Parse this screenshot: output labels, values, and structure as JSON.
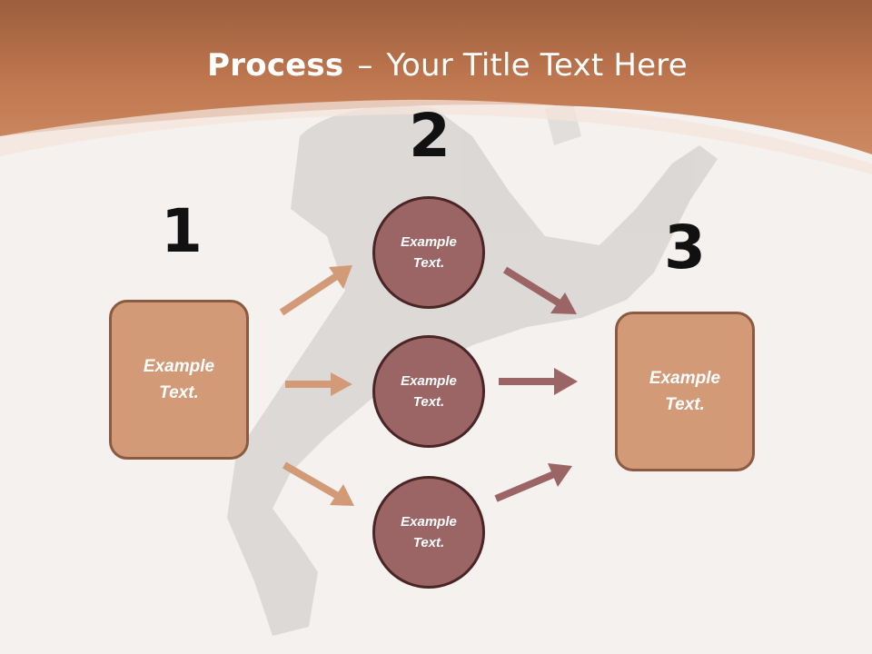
{
  "slide": {
    "title_bold": "Process",
    "title_sep": "–",
    "title_rest": "Your Title Text Here"
  },
  "steps": {
    "num1": "1",
    "num2": "2",
    "num3": "3"
  },
  "boxes": {
    "left": "Example\nText.",
    "right": "Example\nText."
  },
  "circles": {
    "top": "Example\nText.",
    "middle": "Example\nText.",
    "bottom": "Example\nText."
  },
  "colors": {
    "header": "#c6835b",
    "box_fill": "#d39a78",
    "box_border": "#8b5a40",
    "circle_fill": "#9b6566",
    "circle_border": "#4a2526",
    "arrow_in": "#d39a78",
    "arrow_out": "#9b6566"
  }
}
